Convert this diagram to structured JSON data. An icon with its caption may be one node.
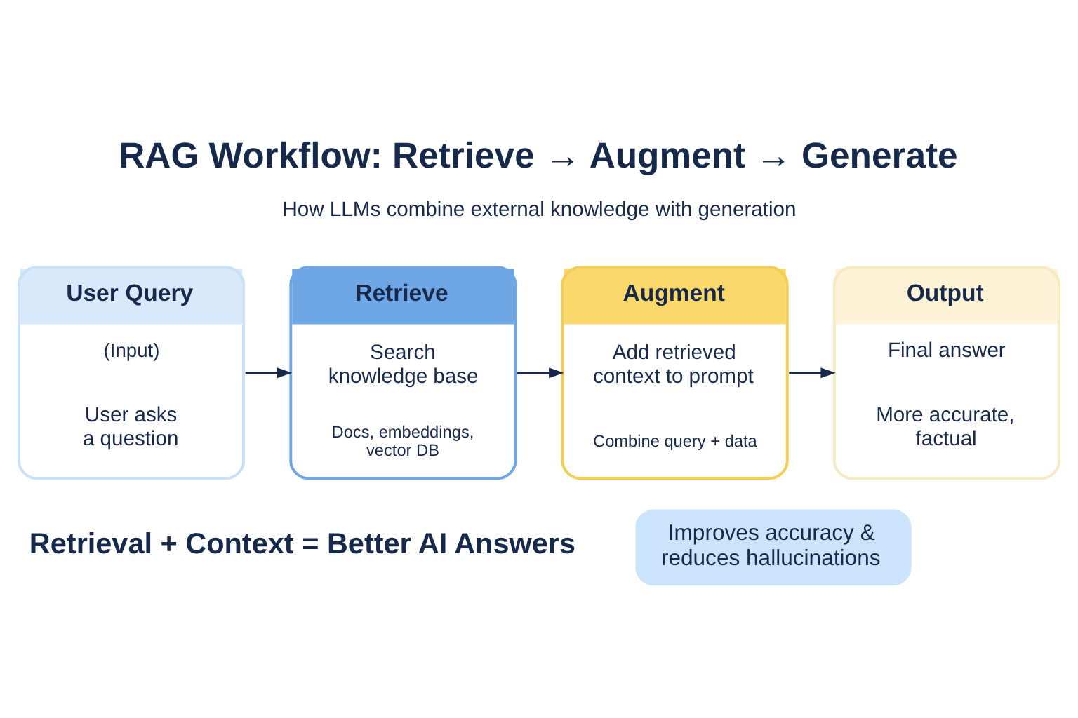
{
  "diagram": {
    "title": "RAG Workflow: Retrieve → Augment → Generate",
    "nodes": [
      {
        "text": [
          "User Query",
          "(Input)",
          "User asks a question"
        ]
      },
      {
        "text": [
          "Retrieve",
          "Search knowledge base",
          "Docs, embeddings, vector DB"
        ]
      },
      {
        "text": [
          "Augment",
          "Add retrieved context to prompt",
          "Combine query + data"
        ]
      },
      {
        "text": [
          "Output",
          "Final answer",
          "More accurate, factual"
        ]
      },
      {
        "text": [
          "Improves accuracy & reduces hallucinations"
        ]
      }
    ],
    "edges": [
      {
        "from": 0,
        "to": 1,
        "arrow": "to"
      },
      {
        "from": 1,
        "to": 2,
        "arrow": "to"
      },
      {
        "from": 2,
        "to": 3,
        "arrow": "to"
      }
    ],
    "labels": [
      "How LLMs combine external knowledge with generation",
      "Retrieval + Context = Better AI Answers"
    ]
  }
}
